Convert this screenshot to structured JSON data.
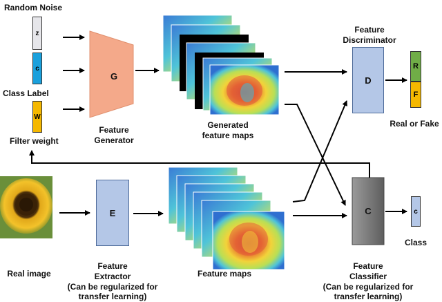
{
  "inputs": {
    "random_noise": "Random Noise",
    "z": "z",
    "c": "c",
    "class_label": "Class Label",
    "w": "W",
    "filter_weight": "Filter weight"
  },
  "generator": {
    "symbol": "G",
    "label_line1": "Feature",
    "label_line2": "Generator"
  },
  "generated_maps": {
    "label_line1": "Generated",
    "label_line2": "feature maps"
  },
  "discriminator": {
    "symbol": "D",
    "label_line1": "Feature",
    "label_line2": "Discriminator"
  },
  "output_rf": {
    "r": "R",
    "f": "F",
    "label": "Real or Fake"
  },
  "real_image": {
    "label": "Real image"
  },
  "extractor": {
    "symbol": "E",
    "label_line1": "Feature",
    "label_line2": "Extractor",
    "label_line3": "(Can be regularized for",
    "label_line4": "transfer learning)"
  },
  "feature_maps": {
    "label": "Feature maps"
  },
  "classifier": {
    "symbol": "C",
    "label_line1": "Feature",
    "label_line2": "Classifier",
    "label_line3": "(Can be regularized for",
    "label_line4": "transfer learning)"
  },
  "class_output": {
    "c": "c",
    "label": "Class"
  },
  "colors": {
    "z_vector": "#e6e6ea",
    "c_vector": "#1aa0dc",
    "w_vector": "#f5b800",
    "generator": "#f4a98a",
    "block_blue": "#b4c7e7",
    "classifier": "#808080",
    "real": "#70ad47",
    "fake": "#f5b800"
  }
}
